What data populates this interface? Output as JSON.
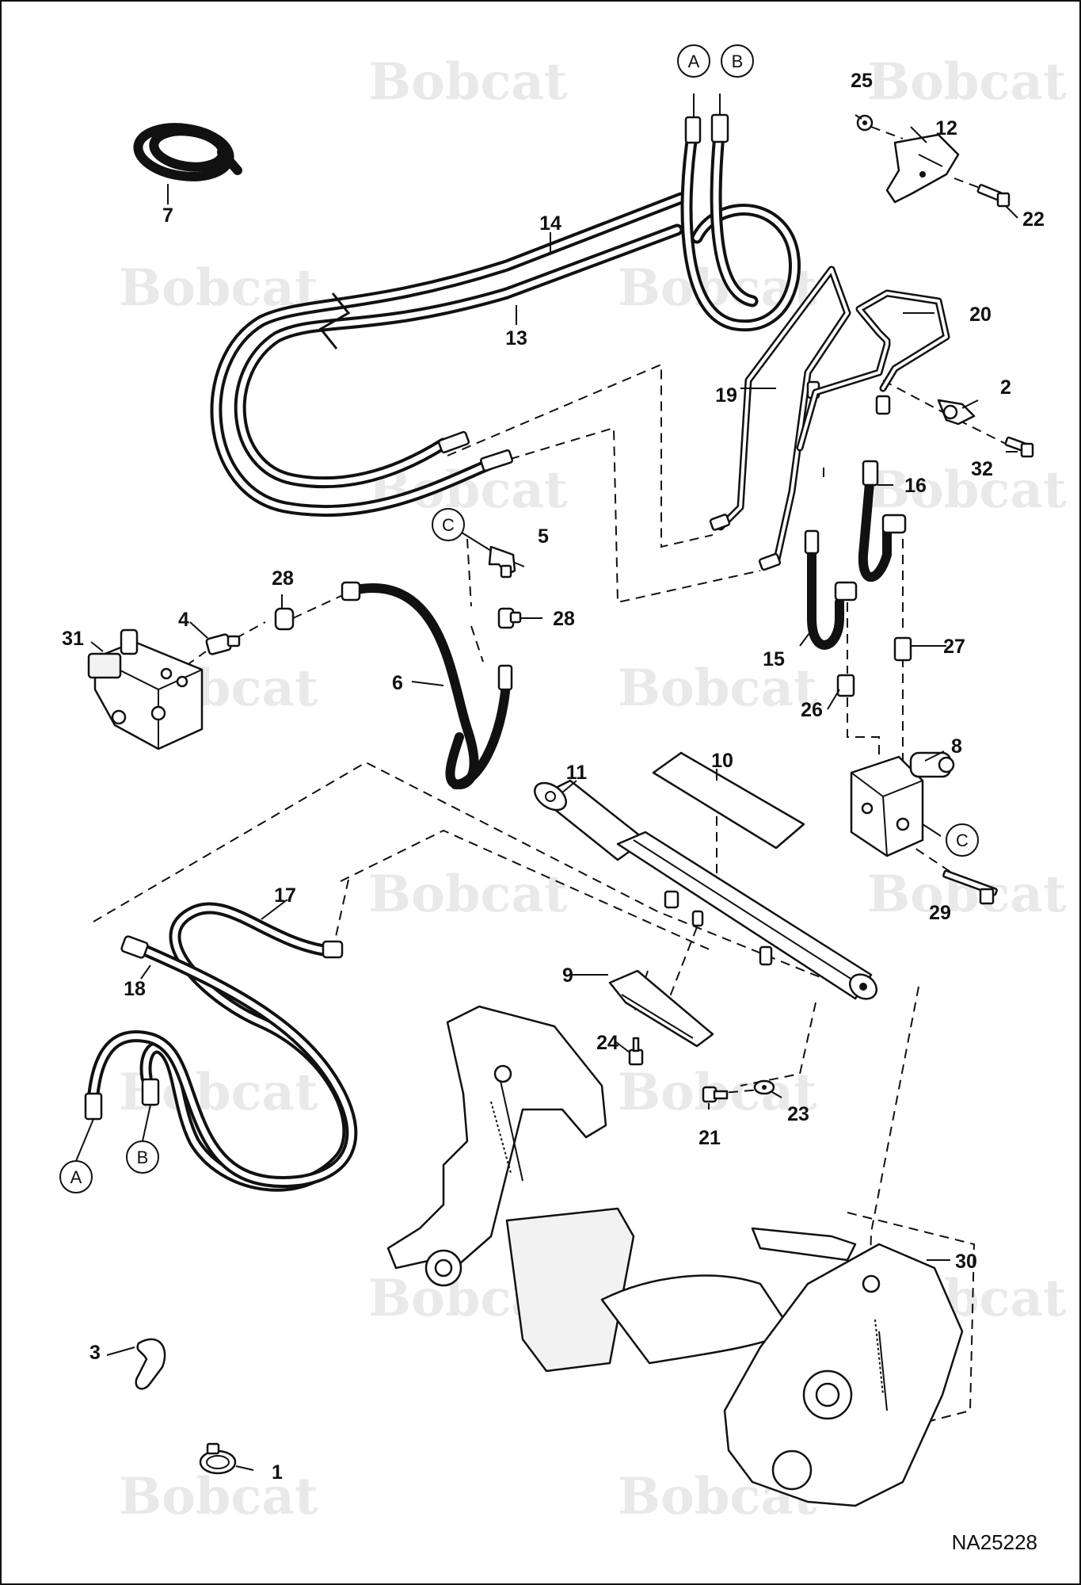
{
  "drawing_code": "NA25228",
  "watermark": {
    "text": "Bobcat"
  },
  "connectors": {
    "a_top": "A",
    "b_top": "B",
    "a_bottom": "A",
    "b_bottom": "B",
    "c_left": "C",
    "c_right": "C"
  },
  "callouts": {
    "p1": "1",
    "p2": "2",
    "p3": "3",
    "p4": "4",
    "p5": "5",
    "p6": "6",
    "p7": "7",
    "p8": "8",
    "p9": "9",
    "p10": "10",
    "p11": "11",
    "p12": "12",
    "p13": "13",
    "p14": "14",
    "p15": "15",
    "p16": "16",
    "p17": "17",
    "p18": "18",
    "p19": "19",
    "p20": "20",
    "p21": "21",
    "p22": "22",
    "p23": "23",
    "p24": "24",
    "p25": "25",
    "p26": "26",
    "p27": "27",
    "p28a": "28",
    "p28b": "28",
    "p29": "29",
    "p30": "30",
    "p31": "31",
    "p32": "32"
  }
}
